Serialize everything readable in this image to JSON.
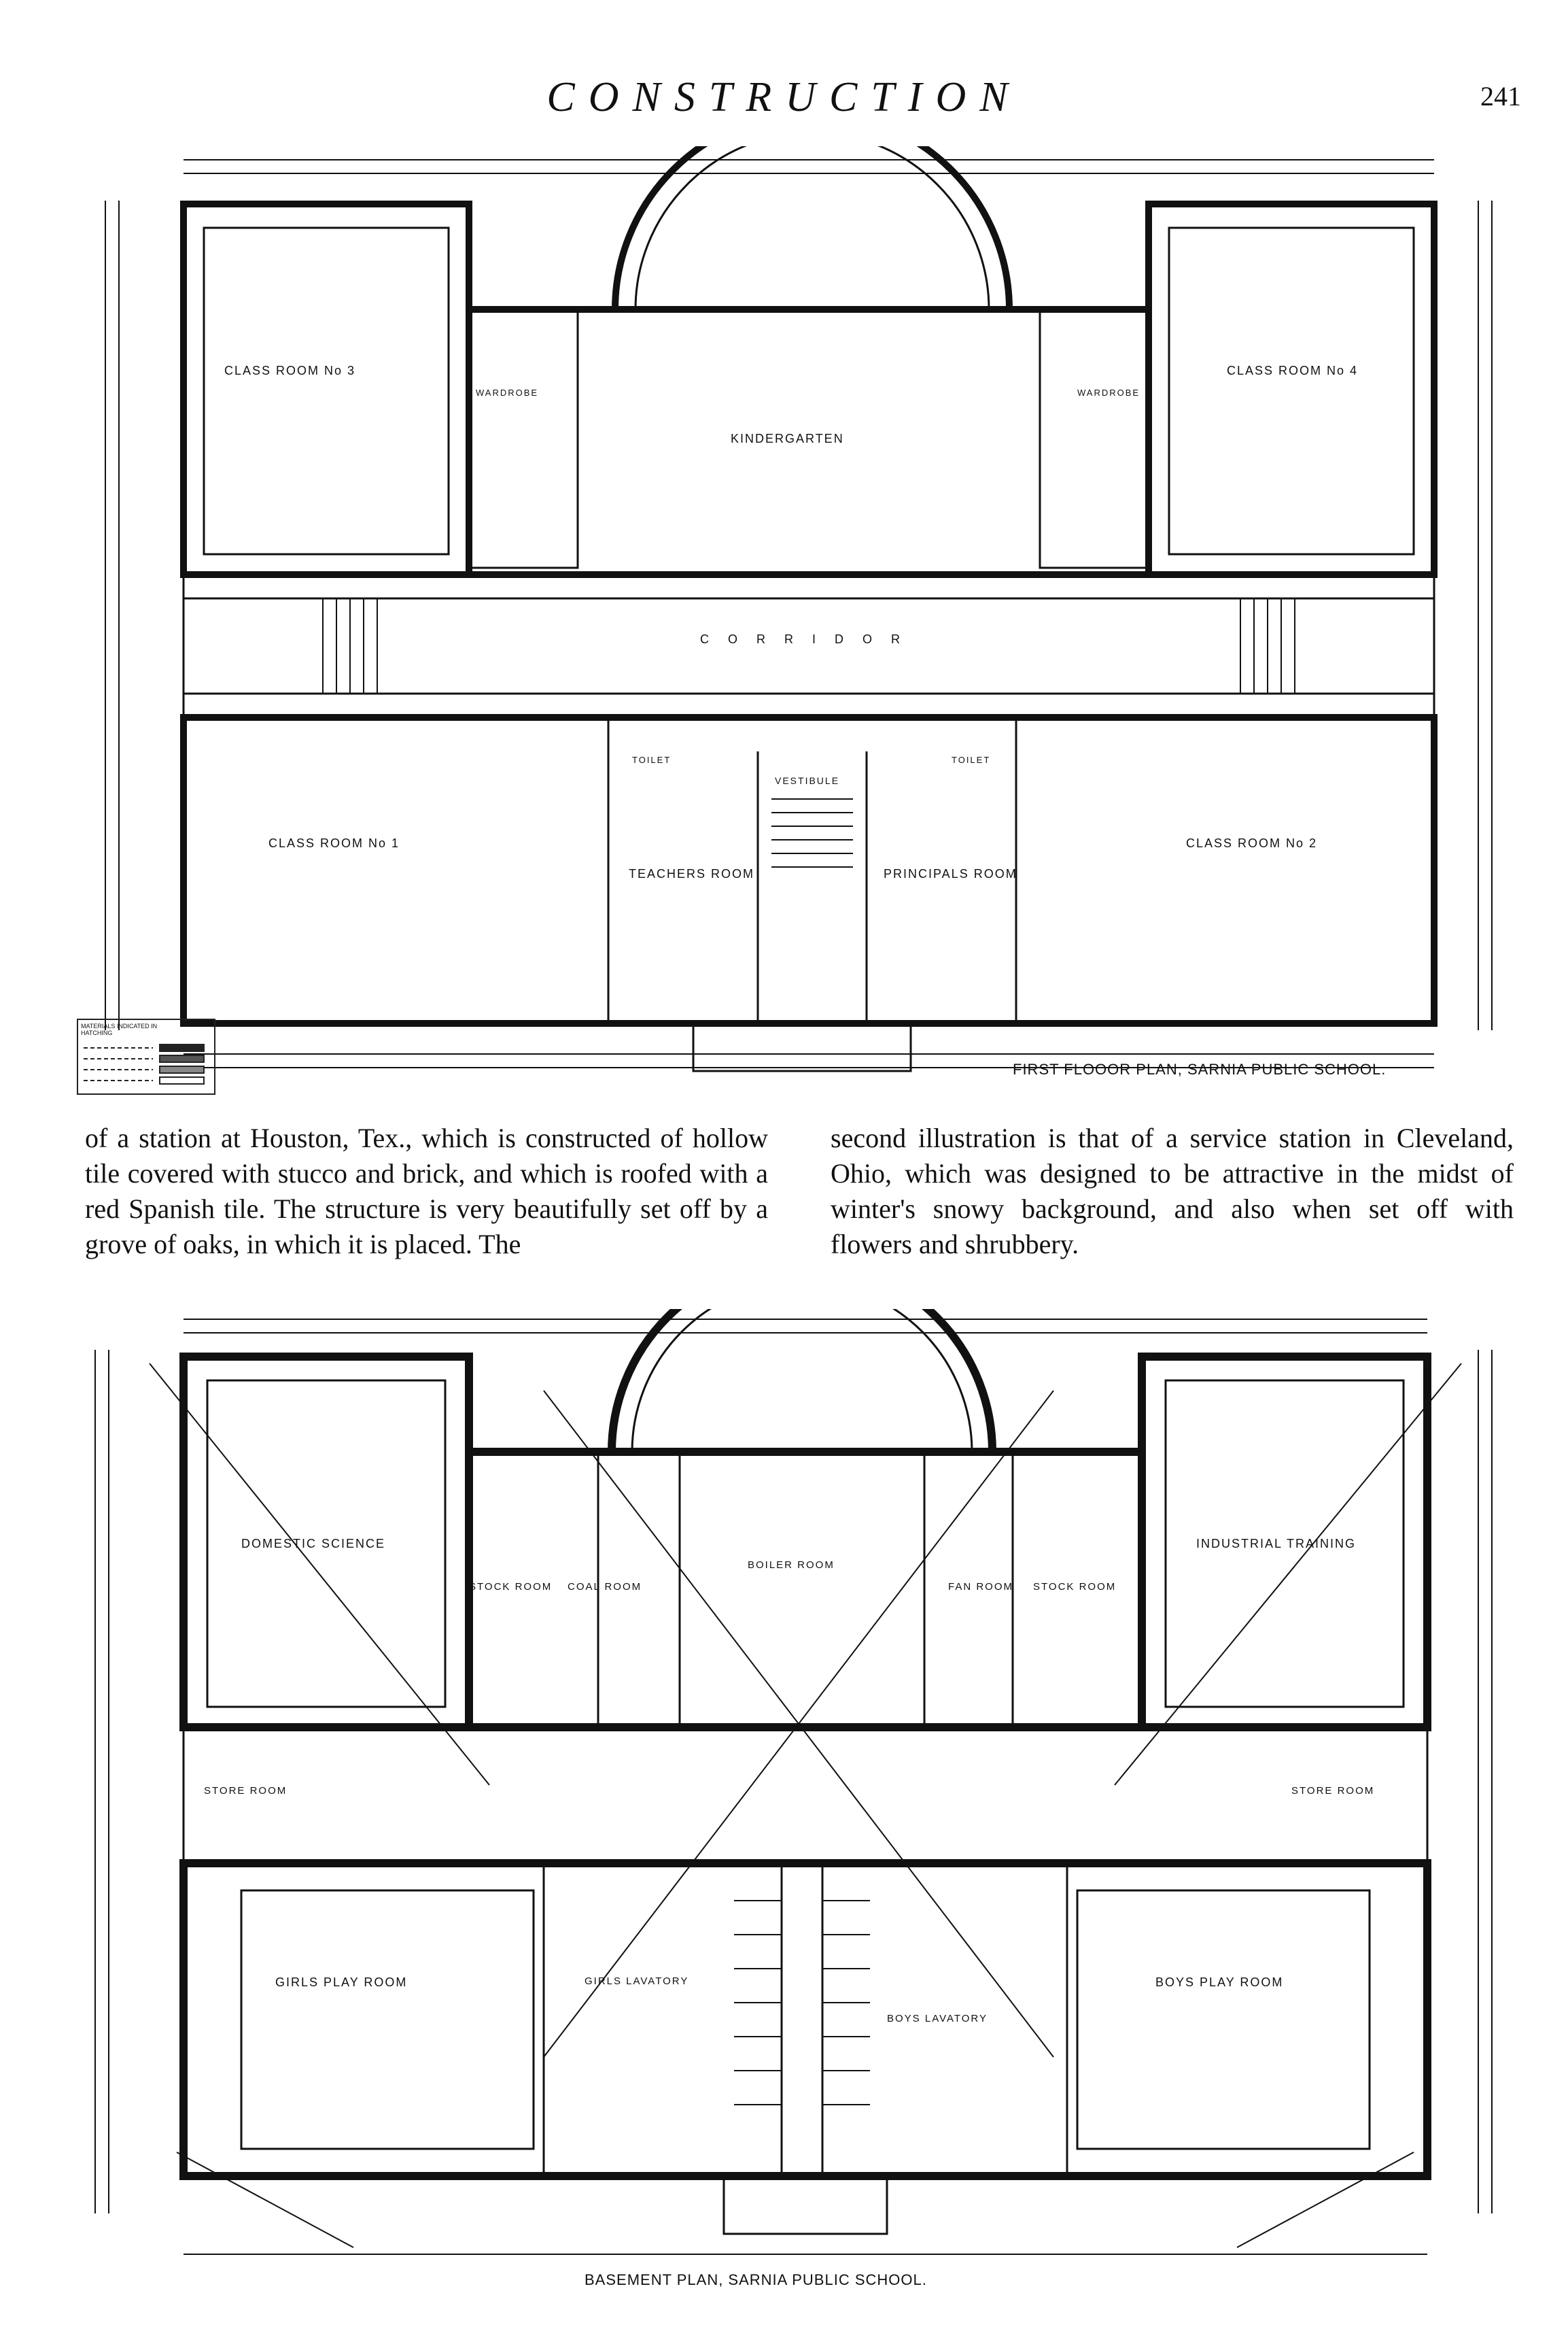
{
  "header": {
    "title": "CONSTRUCTION",
    "page_number": "241"
  },
  "first_floor_plan": {
    "caption": "FIRST FLOOOR PLAN, SARNIA PUBLIC SCHOOL.",
    "rooms": [
      {
        "label": "CLASS ROOM No 3"
      },
      {
        "label": "KINDERGARTEN"
      },
      {
        "label": "CLASS ROOM No 4"
      },
      {
        "label": "CORRIDOR"
      },
      {
        "label": "CLASS ROOM No 1"
      },
      {
        "label": "TEACHERS ROOM"
      },
      {
        "label": "VESTIBULE"
      },
      {
        "label": "PRINCIPALS ROOM"
      },
      {
        "label": "CLASS ROOM No 2"
      },
      {
        "label": "WARDROBE"
      },
      {
        "label": "WARDROBE"
      },
      {
        "label": "TOILET"
      },
      {
        "label": "TOILET"
      }
    ],
    "legend_title": "MATERIALS INDICATED IN HATCHING"
  },
  "article": {
    "left_column": "of a station at Houston, Tex., which is constructed of hollow tile covered with stucco and brick, and which is roofed with a red Spanish tile. The structure is very beautifully set off by a grove of oaks, in which it is placed. The",
    "right_column": "second illustration is that of a service station in Cleveland, Ohio, which was designed to be attractive in the midst of winter's snowy background, and also when set off with flowers and shrubbery."
  },
  "basement_plan": {
    "caption": "BASEMENT PLAN, SARNIA PUBLIC SCHOOL.",
    "rooms": [
      {
        "label": "DOMESTIC SCIENCE"
      },
      {
        "label": "STOCK ROOM"
      },
      {
        "label": "COAL ROOM"
      },
      {
        "label": "BOILER ROOM"
      },
      {
        "label": "FAN ROOM"
      },
      {
        "label": "STOCK ROOM"
      },
      {
        "label": "INDUSTRIAL TRAINING"
      },
      {
        "label": "STORE ROOM"
      },
      {
        "label": "STORE ROOM"
      },
      {
        "label": "GIRLS PLAY ROOM"
      },
      {
        "label": "GIRLS LAVATORY"
      },
      {
        "label": "BOYS LAVATORY"
      },
      {
        "label": "BOYS PLAY ROOM"
      }
    ]
  }
}
